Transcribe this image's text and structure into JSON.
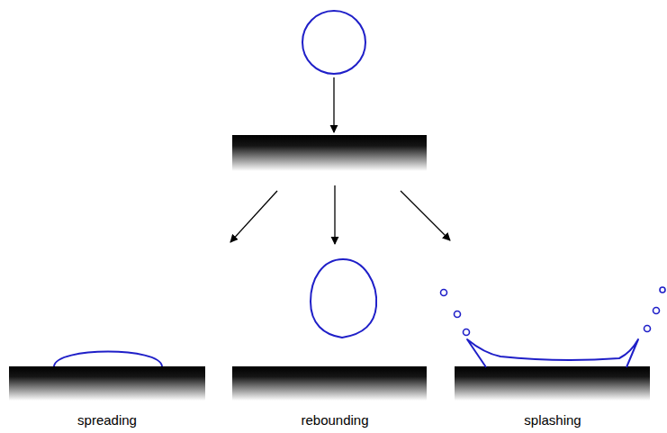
{
  "diagram": {
    "labels": [
      "spreading",
      "rebounding",
      "splashing"
    ]
  }
}
